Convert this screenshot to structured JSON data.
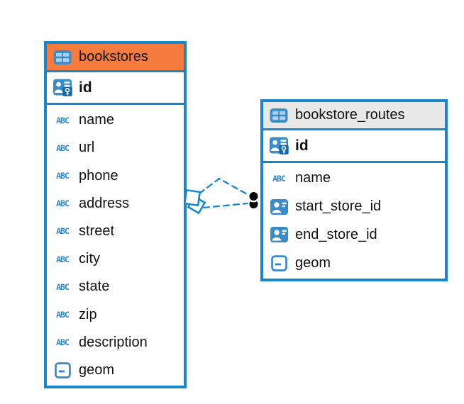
{
  "diagram": {
    "kind": "database-er-diagram",
    "colors": {
      "table_border": "#1786cb",
      "bookstores_header_bg": "#f57b3e",
      "routes_header_bg": "#e8e8e8",
      "icon_blue": "#3a8cc9",
      "icon_badge_blue": "#1268ad",
      "abc_icon_blue": "#2e86c8",
      "relationship_line": "#1786cb",
      "text": "#111111",
      "background": "#ffffff"
    },
    "icons": {
      "abc_label": "ABC"
    }
  },
  "tables": [
    {
      "name": "bookstores",
      "primary_key": "id",
      "columns": [
        "name",
        "url",
        "phone",
        "address",
        "street",
        "city",
        "state",
        "zip",
        "description",
        "geom"
      ],
      "column_types": [
        "text",
        "text",
        "text",
        "text",
        "text",
        "text",
        "text",
        "text",
        "text",
        "geometry"
      ]
    },
    {
      "name": "bookstore_routes",
      "primary_key": "id",
      "columns": [
        "name",
        "start_store_id",
        "end_store_id",
        "geom"
      ],
      "column_types": [
        "text",
        "reference",
        "reference",
        "geometry"
      ]
    }
  ],
  "relationship": {
    "style": "dashed",
    "line_count": 2,
    "connects": [
      "bookstores",
      "bookstore_routes"
    ]
  }
}
